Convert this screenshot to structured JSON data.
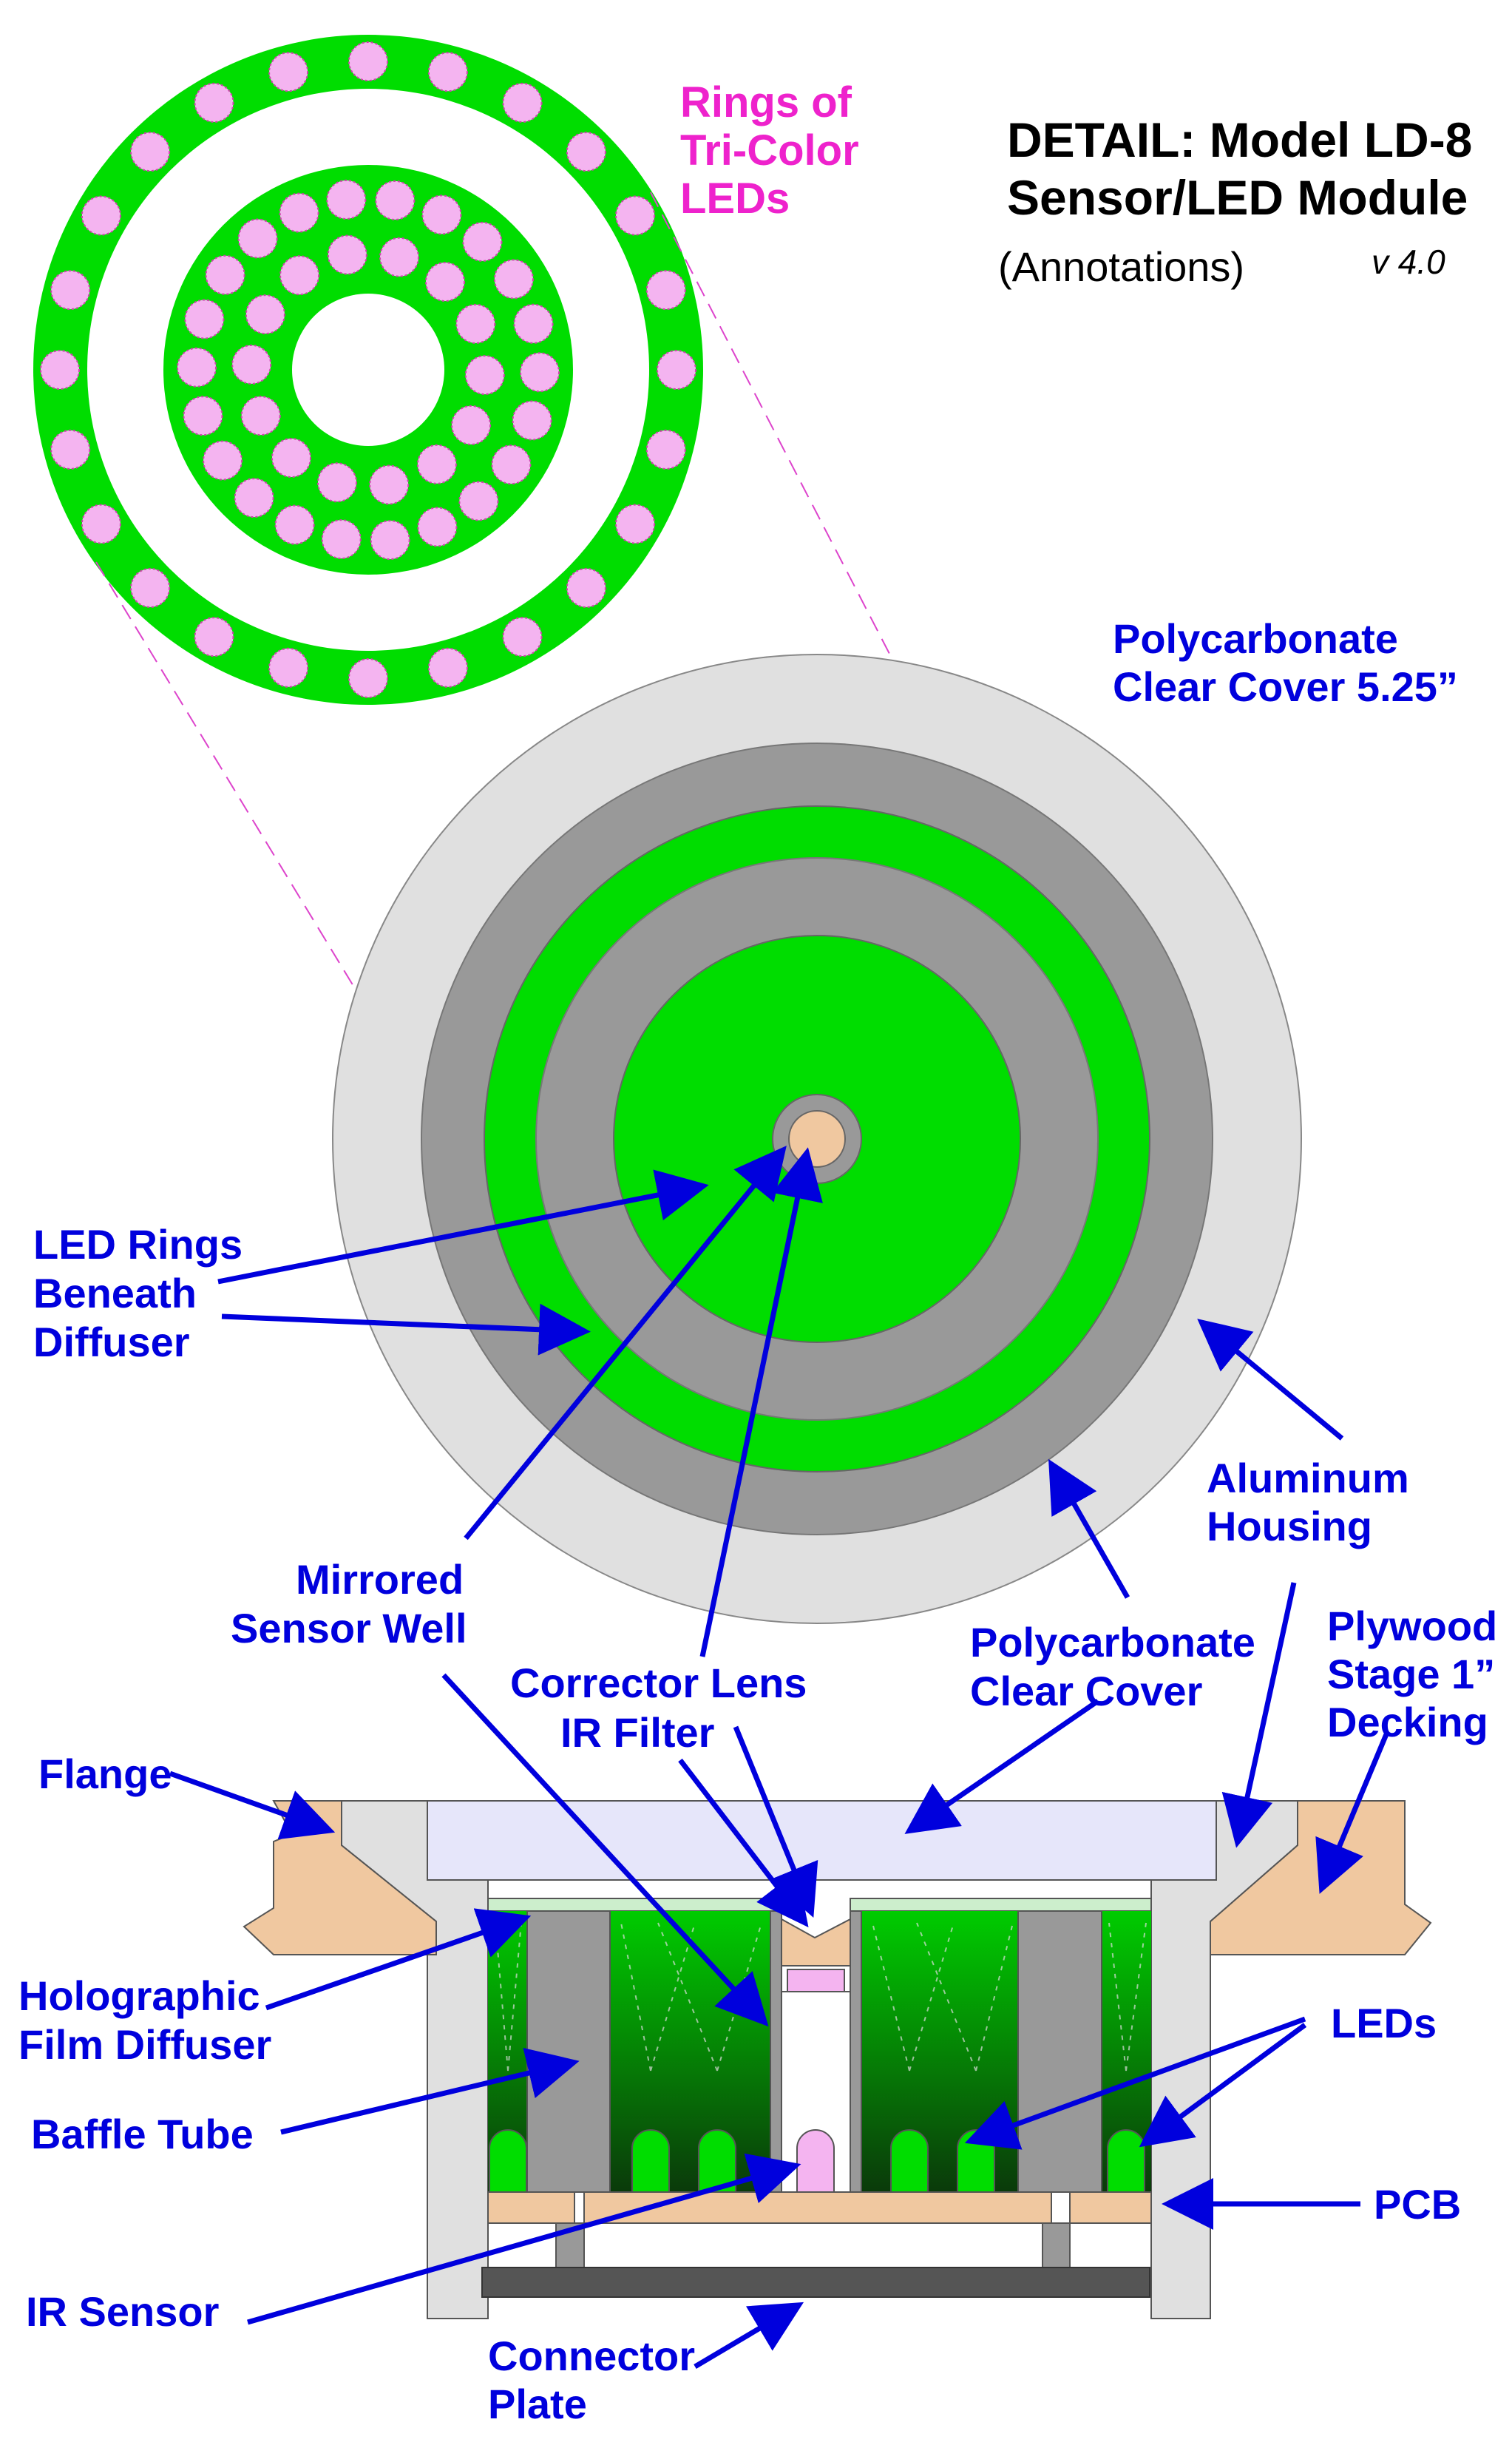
{
  "title": {
    "line1": "DETAIL: Model LD-8",
    "line2": "Sensor/LED Module"
  },
  "subtitle": "(Annotations)",
  "version": "v 4.0",
  "colors": {
    "led_green": "#00dd00",
    "led_pink": "#f4b4f0",
    "label_blue": "#0000dd",
    "label_pink": "#ee22cc",
    "cover_light_gray": "#e0e0e0",
    "housing_gray": "#999999",
    "wood": "#f0c8a0",
    "clear_cover": "#e6e6fa",
    "dark_plate": "#555555"
  },
  "labels": {
    "tri_color_leds": [
      "Rings of",
      "Tri-Color",
      "LEDs"
    ],
    "poly_cover_525": [
      "Polycarbonate",
      "Clear Cover 5.25”"
    ],
    "led_rings_beneath": [
      "LED Rings",
      "Beneath",
      "Diffuser"
    ],
    "aluminum_housing": [
      "Aluminum",
      "Housing"
    ],
    "mirrored_sensor_well": [
      "Mirrored",
      "Sensor Well"
    ],
    "corrector_lens": [
      "Corrector Lens",
      "IR Filter"
    ],
    "poly_clear_cover": [
      "Polycarbonate",
      "Clear Cover"
    ],
    "plywood_stage": [
      "Plywood",
      "Stage 1”",
      "Decking"
    ],
    "flange": [
      "Flange"
    ],
    "holographic_film": [
      "Holographic",
      "Film Diffuser"
    ],
    "baffle_tube": [
      "Baffle Tube"
    ],
    "leds": [
      "LEDs"
    ],
    "pcb": [
      "PCB"
    ],
    "ir_sensor": [
      "IR Sensor"
    ],
    "connector_plate": [
      "Connector",
      "Plate"
    ]
  }
}
